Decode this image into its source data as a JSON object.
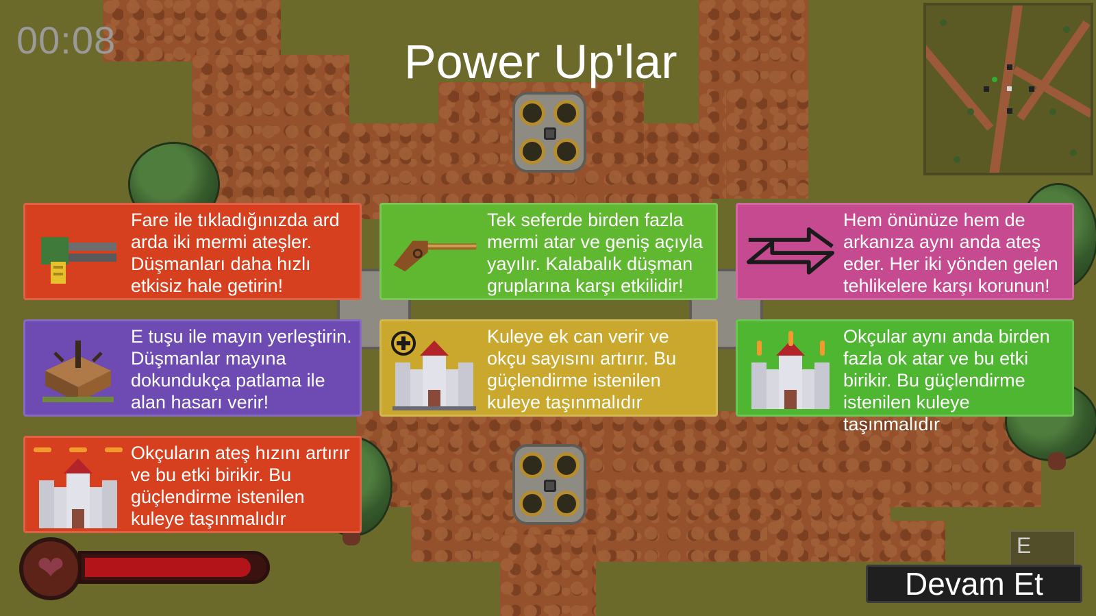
{
  "hud": {
    "timer": "00:08",
    "title": "Power Up'lar",
    "health_fraction": 0.93,
    "ability_key": "E",
    "continue_label": "Devam Et"
  },
  "powerups": [
    {
      "icon": "double-barrel-gun-icon",
      "color": "#d6401f",
      "text": "Fare ile tıkladığınızda ard arda iki mermi ateşler. Düşmanları daha hızlı etkisiz hale getirin!"
    },
    {
      "icon": "shotgun-icon",
      "color": "#5fb830",
      "text": "Tek seferde birden fazla mermi atar ve geniş açıyla yayılır. Kalabalık düşman gruplarına karşı etkilidir!"
    },
    {
      "icon": "double-arrow-icon",
      "color": "#c54a8f",
      "text": "Hem önünüze hem de arkanıza aynı anda ateş eder. Her iki yönden gelen tehlikelere karşı korunun!"
    },
    {
      "icon": "landmine-icon",
      "color": "#6d4bb3",
      "text": "E tuşu ile mayın yerleştirin. Düşmanlar mayına dokundukça patlama ile alan hasarı verir!"
    },
    {
      "icon": "castle-health-icon",
      "color": "#c9a82d",
      "text": "Kuleye ek can verir ve okçu sayısını artırır. Bu güçlendirme istenilen kuleye taşınmalıdır"
    },
    {
      "icon": "castle-multi-arrow-icon",
      "color": "#4fb631",
      "text": "Okçular aynı anda birden fazla ok atar ve bu etki birikir. Bu güçlendirme istenilen kuleye taşınmalıdır"
    },
    {
      "icon": "castle-fire-rate-icon",
      "color": "#d6401f",
      "text": "Okçuların ateş hızını artırır ve bu etki birikir. Bu güçlendirme istenilen kuleye taşınmalıdır"
    }
  ]
}
